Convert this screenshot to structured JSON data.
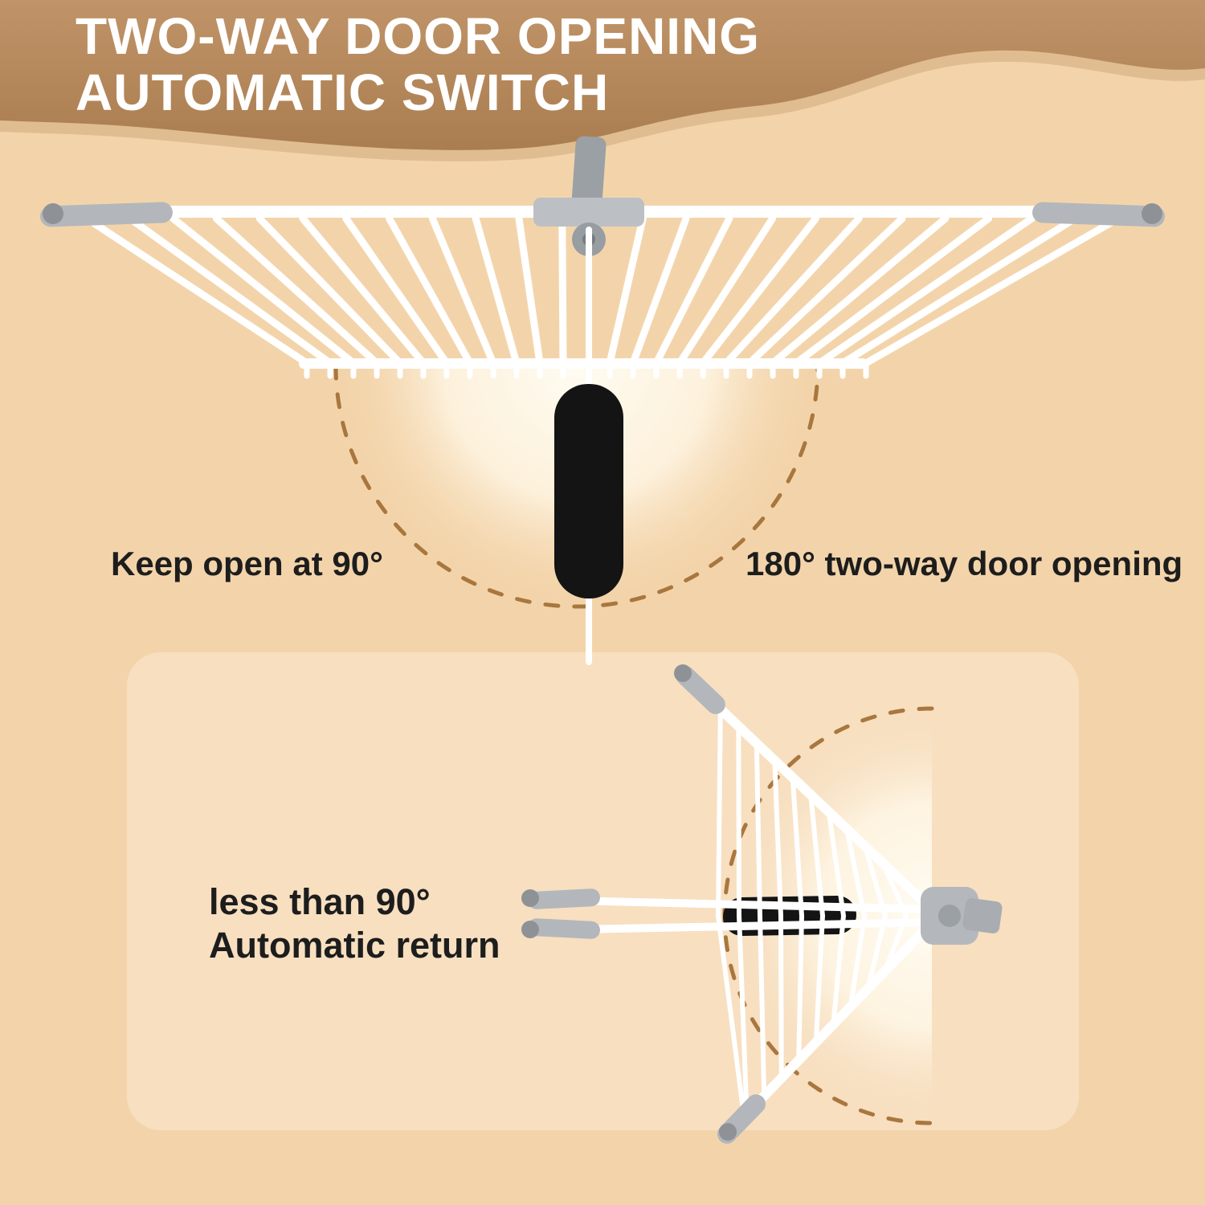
{
  "title": {
    "line1": "TWO-WAY DOOR OPENING",
    "line2": "AUTOMATIC SWITCH"
  },
  "annotations": {
    "keep_open": "Keep open at 90°",
    "two_way": "180° two-way door opening",
    "auto_return_line1": "less than 90°",
    "auto_return_line2": "Automatic return"
  },
  "colors": {
    "background": "#f3d4aa",
    "header_band": "#b28557",
    "header_band_light": "#d3ad7e",
    "panel": "#f7dfc0",
    "arc_dash": "#a9773e",
    "gate": "#ffffff",
    "hardware": "#b3b7bb",
    "hardware_dark": "#8e9296",
    "handle": "#141414",
    "title_text": "#ffffff",
    "label_text": "#1d1d1d"
  }
}
